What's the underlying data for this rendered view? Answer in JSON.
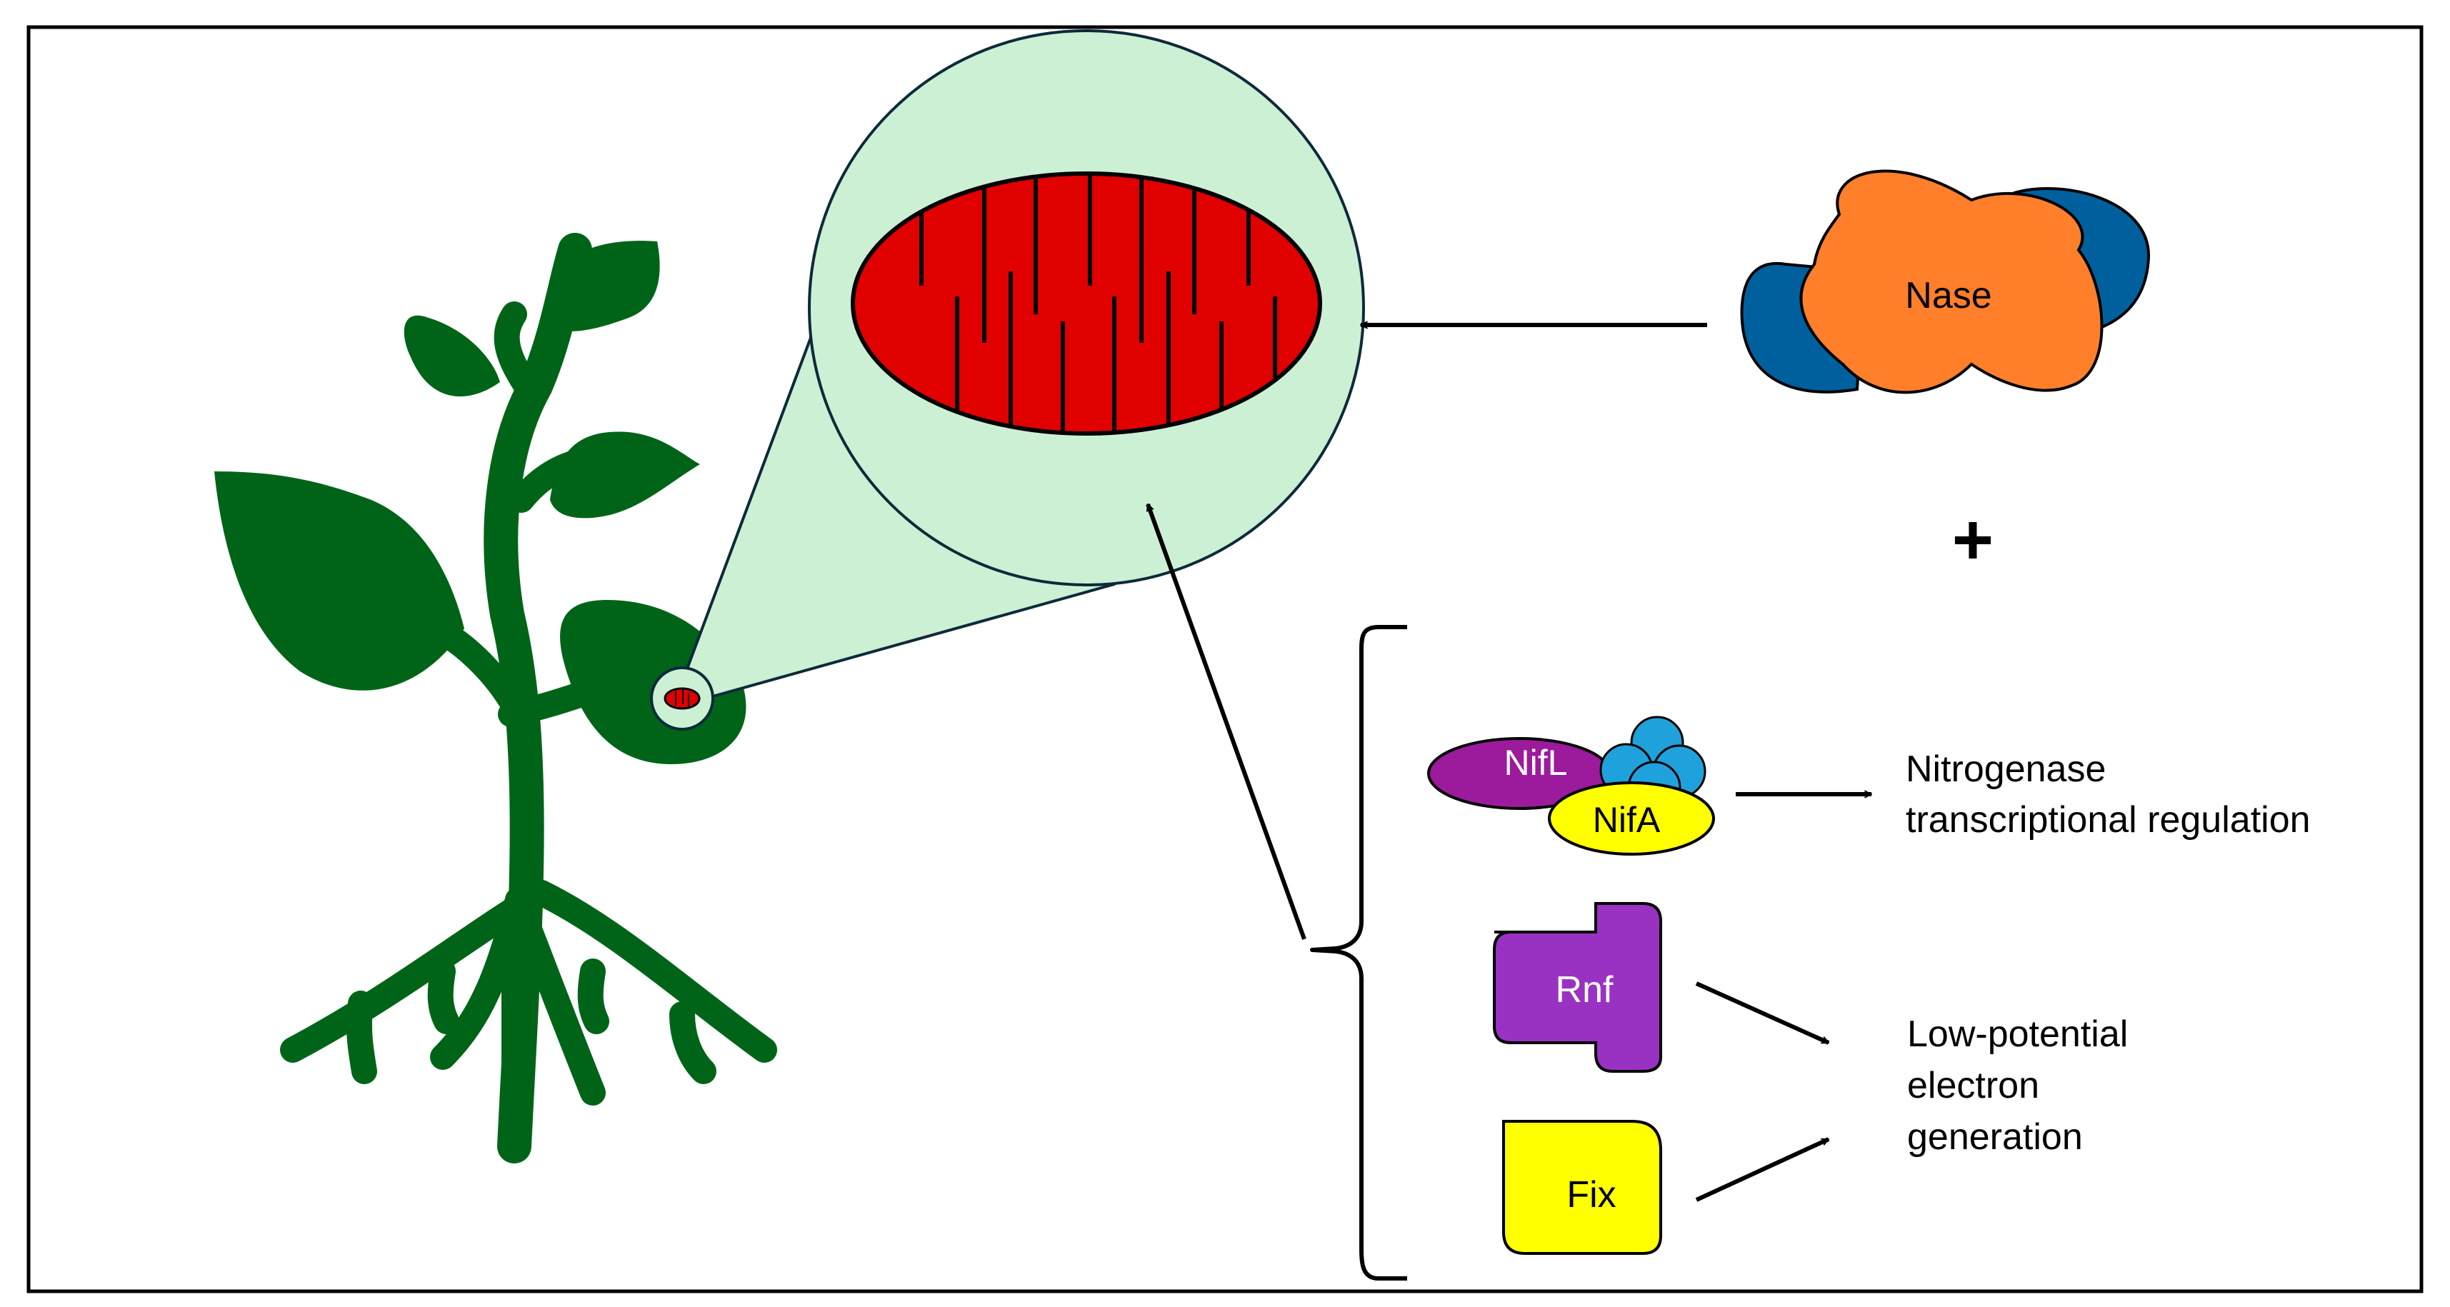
{
  "labels": {
    "nase": "Nase",
    "plus": "+",
    "nifl": "NifL",
    "nifa": "NifA",
    "rnf": "Rnf",
    "fix": "Fix"
  },
  "outcomes": {
    "regulation_line1": "Nitrogenase",
    "regulation_line2": "transcriptional regulation",
    "electron_line1": "Low-potential",
    "electron_line2": "electron",
    "electron_line3": "generation"
  },
  "colors": {
    "plant": "#006418",
    "zoom_fill": "#ccf0d4",
    "mitochondrion": "#e00000",
    "nase_body": "#ff7f2a",
    "nase_side": "#00609e",
    "nifl": "#9c1a9c",
    "nifa": "#ffff00",
    "nifl_partner": "#1fa2dc",
    "rnf": "#9932c2",
    "fix": "#ffff00"
  }
}
